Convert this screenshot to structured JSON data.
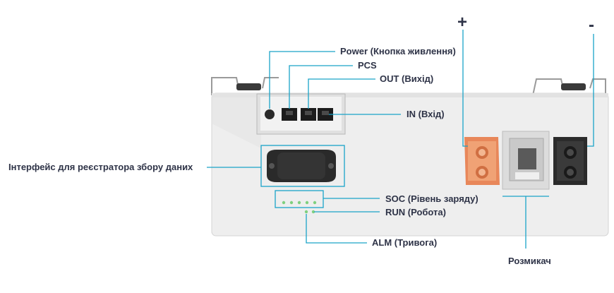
{
  "labels": {
    "power": "Power (Кнопка живлення)",
    "pcs": "PCS",
    "out": "OUT (Вихід)",
    "in": "IN (Вхід)",
    "interface": "Інтерфейс для реєстратора збору даних",
    "soc": "SOC (Рівень заряду)",
    "run": "RUN (Робота)",
    "alm": "ALM (Тривога)",
    "breaker": "Розмикач"
  },
  "terminals": {
    "positive": "+",
    "negative": "-"
  },
  "colors": {
    "leader_line": "#1aa3c8",
    "label_text": "#2e3347",
    "positive_terminal": "#e8875a",
    "negative_terminal": "#2b2b2b",
    "housing": "#eeeeee",
    "led": "#7fd07f"
  },
  "icons": [
    "power-button-icon",
    "rj45-port-icon",
    "data-logger-socket-icon",
    "led-indicator-icon",
    "breaker-switch-icon",
    "terminal-connector-icon"
  ]
}
